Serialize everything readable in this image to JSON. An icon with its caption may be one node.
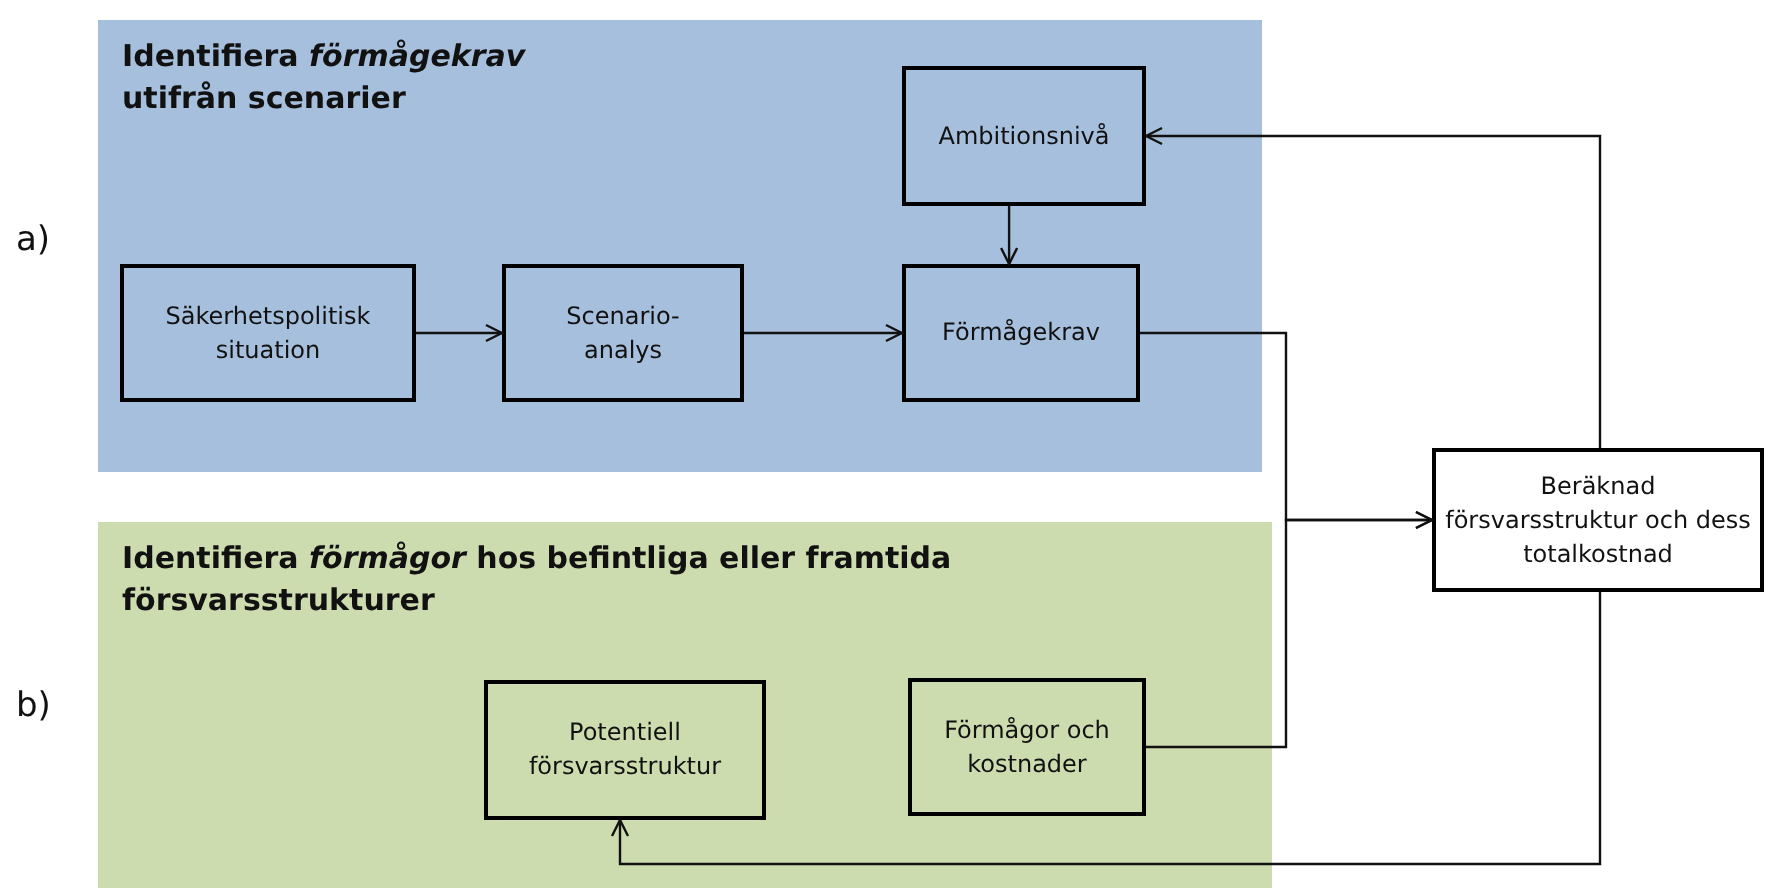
{
  "diagram": {
    "nodes": [
      {
        "text": [
          "Identifiera *förmågekrav* utifrån scenarier"
        ]
      },
      {
        "text": [
          "Ambitionsnivå"
        ],
        "in": 0
      },
      {
        "text": [
          "Säkerhetspolitisk situation"
        ],
        "in": 0
      },
      {
        "text": [
          "Scenario-analys"
        ],
        "in": 0
      },
      {
        "text": [
          "Förmågekrav"
        ],
        "in": 0
      },
      {
        "text": [
          "Identifiera *förmågor* hos befintliga eller framtida försvarsstrukturer"
        ]
      },
      {
        "text": [
          "Potentiell försvarsstruktur"
        ],
        "in": 5
      },
      {
        "text": [
          "Förmågor och kostnader"
        ],
        "in": 5
      },
      {
        "text": [
          "Beräknad försvarsstruktur och dess totalkostnad"
        ]
      }
    ],
    "edges": [
      {
        "from": 2,
        "to": 3,
        "arrow": "to"
      },
      {
        "from": 3,
        "to": 4,
        "arrow": "to"
      },
      {
        "from": 1,
        "to": 4,
        "arrow": "to"
      },
      {
        "from": 4,
        "to": 8,
        "arrow": "to"
      },
      {
        "from": 7,
        "to": 8,
        "arrow": "to"
      },
      {
        "from": 8,
        "to": 1,
        "arrow": "to"
      },
      {
        "from": 8,
        "to": 6,
        "arrow": "to"
      }
    ],
    "labels": [
      "a)",
      "b)"
    ]
  }
}
